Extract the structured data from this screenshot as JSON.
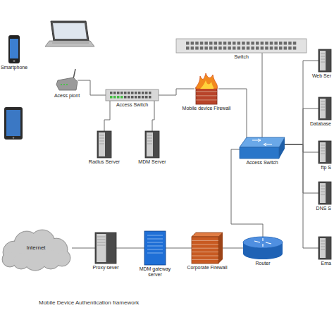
{
  "diagram": {
    "caption": "Mobile Device Authentication framework",
    "nodes": [
      {
        "text": [
          "Smartphone"
        ]
      },
      {
        "text": [
          "Acess piont"
        ]
      },
      {
        "text": [
          "Access Switch"
        ]
      },
      {
        "text": [
          "Radius Server"
        ]
      },
      {
        "text": [
          "MDM Server"
        ]
      },
      {
        "text": [
          "Mobile device Firewall"
        ]
      },
      {
        "text": [
          "Switch"
        ]
      },
      {
        "text": [
          "Web Ser"
        ]
      },
      {
        "text": [
          "Database"
        ]
      },
      {
        "text": [
          "ftp S"
        ]
      },
      {
        "text": [
          "DNS S"
        ]
      },
      {
        "text": [
          "Ema"
        ]
      },
      {
        "text": [
          "Access Switch"
        ]
      },
      {
        "text": [
          "Internet"
        ]
      },
      {
        "text": [
          "Proxy sever"
        ]
      },
      {
        "text": [
          "MDM gateway server"
        ]
      },
      {
        "text": [
          "Corporate Firewall"
        ]
      },
      {
        "text": [
          "Router"
        ]
      }
    ],
    "edges": [
      {
        "from": 1,
        "to": 2,
        "arrow": "none"
      },
      {
        "from": 2,
        "to": 3,
        "arrow": "none"
      },
      {
        "from": 2,
        "to": 4,
        "arrow": "none"
      },
      {
        "from": 2,
        "to": 5,
        "arrow": "none"
      },
      {
        "from": 5,
        "to": 12,
        "arrow": "none"
      },
      {
        "from": 6,
        "to": 12,
        "arrow": "none"
      },
      {
        "from": 12,
        "to": 7,
        "arrow": "none"
      },
      {
        "from": 12,
        "to": 8,
        "arrow": "none"
      },
      {
        "from": 12,
        "to": 9,
        "arrow": "none"
      },
      {
        "from": 12,
        "to": 10,
        "arrow": "none"
      },
      {
        "from": 12,
        "to": 11,
        "arrow": "none"
      },
      {
        "from": 12,
        "to": 17,
        "arrow": "none"
      },
      {
        "from": 17,
        "to": 16,
        "arrow": "none"
      },
      {
        "from": 16,
        "to": 15,
        "arrow": "none"
      },
      {
        "from": 15,
        "to": 14,
        "arrow": "none"
      },
      {
        "from": 14,
        "to": 13,
        "arrow": "none"
      }
    ]
  }
}
